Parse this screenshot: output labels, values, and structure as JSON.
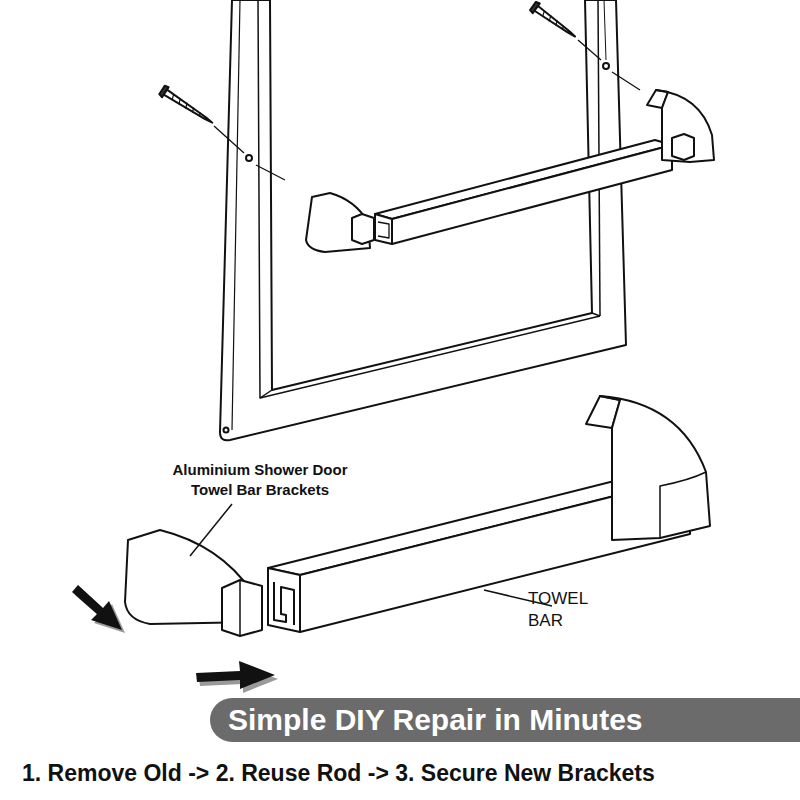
{
  "diagram": {
    "caption": "1. Remove Old -> 2. Reuse Rod -> 3. Secure New Brackets",
    "nodes": [
      {
        "text": [
          "Simple DIY Repair in Minutes"
        ]
      }
    ],
    "labels": [
      "Aluminium Shower Door Towel Bar Brackets",
      "TOWEL BAR"
    ]
  }
}
